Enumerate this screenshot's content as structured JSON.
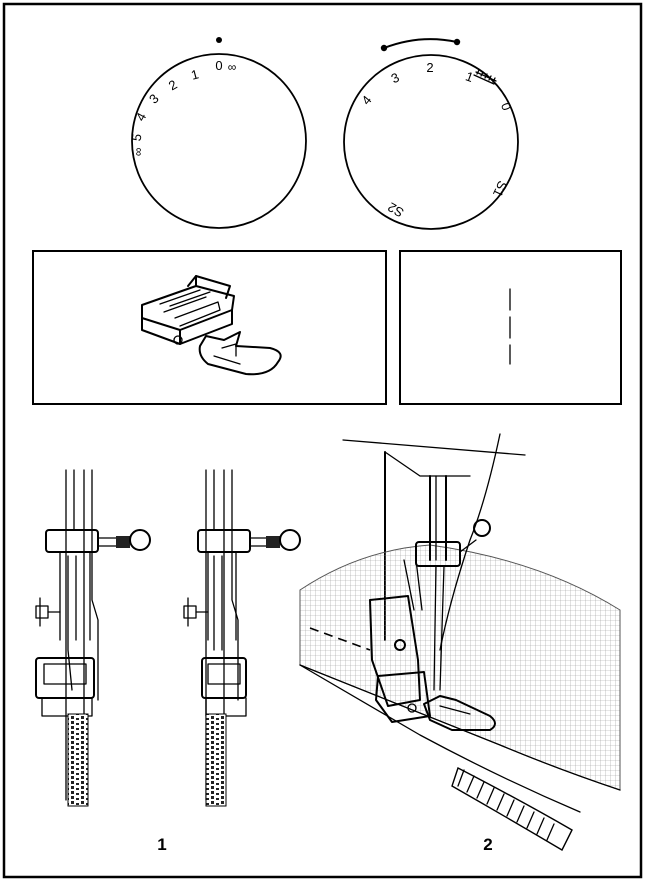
{
  "stitch_length_dial": {
    "markings": [
      "0",
      "∞",
      "1",
      "2",
      "3",
      "4",
      "5",
      "∞"
    ]
  },
  "stitch_width_dial": {
    "markings": [
      "4",
      "3",
      "2",
      "1",
      "0",
      "S1",
      "S2"
    ]
  },
  "figure_labels": {
    "fig1": "1",
    "fig2": "2"
  },
  "colors": {
    "line": "#000000",
    "background": "#ffffff",
    "fabric_mesh": "#9a9a9a"
  }
}
